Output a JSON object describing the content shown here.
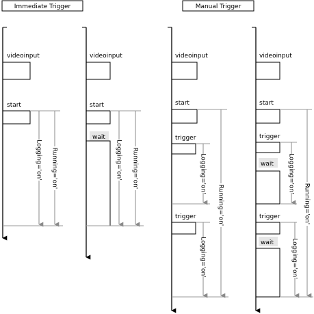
{
  "headers": {
    "immediate": "Immediate Trigger",
    "manual": "Manual Trigger"
  },
  "labels": {
    "videoinput": "videoinput",
    "start": "start",
    "wait": "wait",
    "trigger": "trigger",
    "logging": "Logging='on'",
    "running": "Running='on'"
  },
  "colors": {
    "line": "#000000",
    "guide": "#999999",
    "arrow": "#8a8a8a",
    "wait_fill": "#e6e6e6"
  }
}
